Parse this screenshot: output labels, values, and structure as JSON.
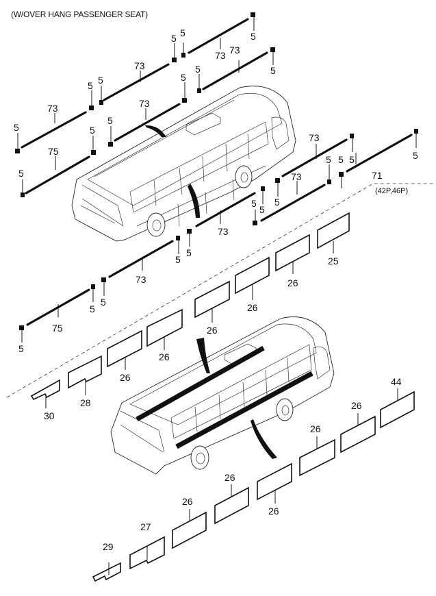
{
  "header": {
    "title": "(W/OVER HANG PASSENGER SEAT)",
    "variant_note": "(42P,46P)"
  },
  "parts": {
    "clip": "5",
    "molding_73": "73",
    "molding_75": "75",
    "molding_71": "71",
    "decal_25": "25",
    "decal_26": "26",
    "decal_27": "27",
    "decal_28": "28",
    "decal_29": "29",
    "decal_30": "30",
    "decal_44": "44"
  },
  "callouts": [
    {
      "label": "5"
    },
    {
      "label": "5"
    },
    {
      "label": "5"
    },
    {
      "label": "5"
    },
    {
      "label": "5"
    },
    {
      "label": "5"
    },
    {
      "label": "5"
    },
    {
      "label": "5"
    },
    {
      "label": "5"
    },
    {
      "label": "5"
    },
    {
      "label": "5"
    },
    {
      "label": "5"
    },
    {
      "label": "5"
    },
    {
      "label": "5"
    },
    {
      "label": "5"
    },
    {
      "label": "5"
    },
    {
      "label": "5"
    },
    {
      "label": "5"
    },
    {
      "label": "5"
    },
    {
      "label": "5"
    },
    {
      "label": "5"
    },
    {
      "label": "5"
    },
    {
      "label": "5"
    },
    {
      "label": "73"
    },
    {
      "label": "73"
    },
    {
      "label": "73"
    },
    {
      "label": "73"
    },
    {
      "label": "73"
    },
    {
      "label": "73"
    },
    {
      "label": "73"
    },
    {
      "label": "73"
    },
    {
      "label": "73"
    },
    {
      "label": "75"
    },
    {
      "label": "75"
    },
    {
      "label": "71"
    },
    {
      "label": "25"
    },
    {
      "label": "26"
    },
    {
      "label": "26"
    },
    {
      "label": "26"
    },
    {
      "label": "26"
    },
    {
      "label": "26"
    },
    {
      "label": "28"
    },
    {
      "label": "30"
    },
    {
      "label": "44"
    },
    {
      "label": "26"
    },
    {
      "label": "26"
    },
    {
      "label": "26"
    },
    {
      "label": "26"
    },
    {
      "label": "26"
    },
    {
      "label": "27"
    },
    {
      "label": "29"
    }
  ]
}
